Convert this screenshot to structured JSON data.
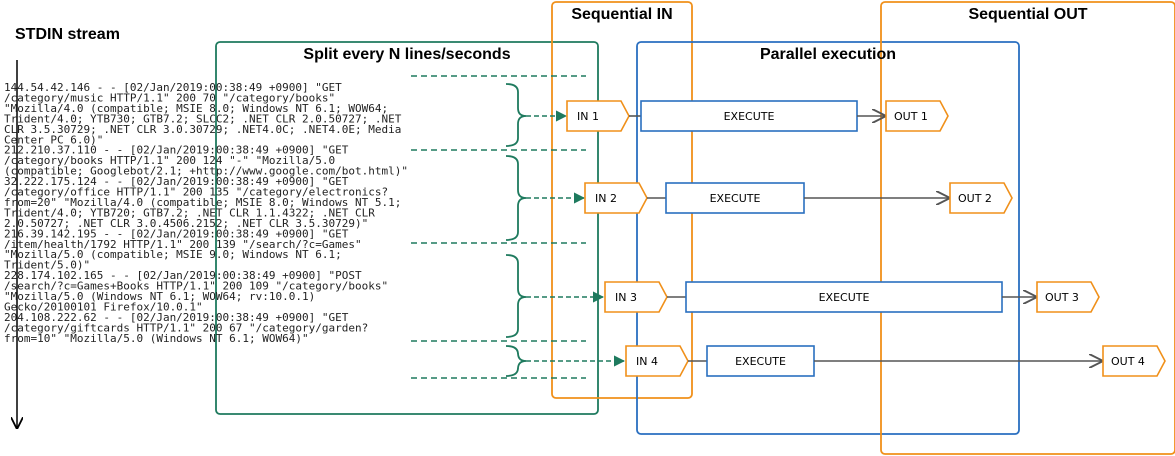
{
  "labels": {
    "stdin": "STDIN stream",
    "split": "Split every N lines/seconds",
    "seq_in": "Sequential IN",
    "parallel": "Parallel execution",
    "seq_out": "Sequential OUT"
  },
  "log_lines": [
    "144.54.42.146 - - [02/Jan/2019:00:38:49 +0900] \"GET",
    "/category/music HTTP/1.1\" 200 70 \"/category/books\"",
    "\"Mozilla/4.0 (compatible; MSIE 8.0; Windows NT 6.1; WOW64;",
    "Trident/4.0; YTB730; GTB7.2; SLCC2; .NET CLR 2.0.50727; .NET",
    "CLR 3.5.30729; .NET CLR 3.0.30729; .NET4.0C; .NET4.0E; Media",
    "Center PC 6.0)\"",
    "212.210.37.110 - - [02/Jan/2019:00:38:49 +0900] \"GET",
    "/category/books HTTP/1.1\" 200 124 \"-\" \"Mozilla/5.0",
    "(compatible; Googlebot/2.1; +http://www.google.com/bot.html)\"",
    "32.222.175.124 - - [02/Jan/2019:00:38:49 +0900] \"GET",
    "/category/office HTTP/1.1\" 200 135 \"/category/electronics?",
    "from=20\" \"Mozilla/4.0 (compatible; MSIE 8.0; Windows NT 5.1;",
    "Trident/4.0; YTB720; GTB7.2; .NET CLR 1.1.4322; .NET CLR",
    "2.0.50727; .NET CLR 3.0.4506.2152; .NET CLR 3.5.30729)\"",
    "216.39.142.195 - - [02/Jan/2019:00:38:49 +0900] \"GET",
    "/item/health/1792 HTTP/1.1\" 200 139 \"/search/?c=Games\"",
    "\"Mozilla/5.0 (compatible; MSIE 9.0; Windows NT 6.1;",
    "Trident/5.0)\"",
    "228.174.102.165 - - [02/Jan/2019:00:38:49 +0900] \"POST",
    "/search/?c=Games+Books HTTP/1.1\" 200 109 \"/category/books\"",
    "\"Mozilla/5.0 (Windows NT 6.1; WOW64; rv:10.0.1)",
    "Gecko/20100101 Firefox/10.0.1\"",
    "204.108.222.62 - - [02/Jan/2019:00:38:49 +0900] \"GET",
    "/category/giftcards HTTP/1.1\" 200 67 \"/category/garden?",
    "from=10\" \"Mozilla/5.0 (Windows NT 6.1; WOW64)\""
  ],
  "chunks": [
    {
      "in_label": "IN 1",
      "exec_label": "EXECUTE",
      "out_label": "OUT 1"
    },
    {
      "in_label": "IN 2",
      "exec_label": "EXECUTE",
      "out_label": "OUT 2"
    },
    {
      "in_label": "IN 3",
      "exec_label": "EXECUTE",
      "out_label": "OUT 3"
    },
    {
      "in_label": "IN 4",
      "exec_label": "EXECUTE",
      "out_label": "OUT 4"
    }
  ],
  "colors": {
    "split": "#1e7a5e",
    "sequential": "#f0901a",
    "parallel": "#2a6fc0",
    "arrow": "#555555"
  }
}
